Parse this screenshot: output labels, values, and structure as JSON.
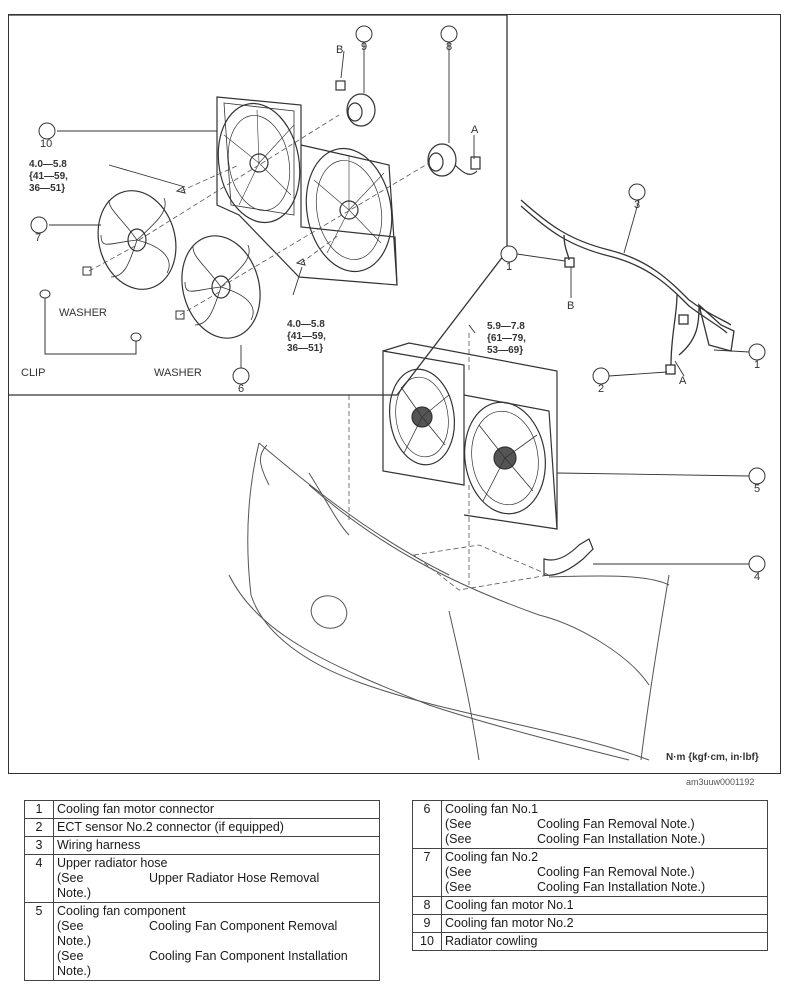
{
  "diagram": {
    "callouts": {
      "c1": "1",
      "c2": "2",
      "c3": "3",
      "c4": "4",
      "c5": "5",
      "c6": "6",
      "c7": "7",
      "c8": "8",
      "c9": "9",
      "c10": "10",
      "a": "A",
      "b": "B"
    },
    "labels": {
      "washer": "WASHER",
      "clip": "CLIP"
    },
    "torque": {
      "t1": [
        "4.0—5.8",
        "{41—59,",
        "36—51}"
      ],
      "t2": [
        "4.0—5.8",
        "{41—59,",
        "36—51}"
      ],
      "t3": [
        "5.9—7.8",
        "{61—79,",
        "53—69}"
      ]
    },
    "units": "N·m {kgf·cm, in·lbf}"
  },
  "reference_code": "am3uuw0001192",
  "table_left": [
    {
      "num": "1",
      "name": "Cooling fan motor connector"
    },
    {
      "num": "2",
      "name": "ECT sensor No.2 connector (if equipped)"
    },
    {
      "num": "3",
      "name": "Wiring harness"
    },
    {
      "num": "4",
      "name": "Upper radiator hose",
      "see": [
        {
          "see": "(See",
          "ref": "Upper Radiator Hose Removal",
          "cont": "Note.)"
        }
      ]
    },
    {
      "num": "5",
      "name": "Cooling fan component",
      "see": [
        {
          "see": "(See",
          "ref": "Cooling Fan Component Removal",
          "cont": "Note.)"
        },
        {
          "see": "(See",
          "ref": "Cooling Fan Component Installation",
          "cont": "Note.)"
        }
      ]
    }
  ],
  "table_right": [
    {
      "num": "6",
      "name": "Cooling fan No.1",
      "see": [
        {
          "see": "(See",
          "ref": "Cooling Fan Removal Note.)"
        },
        {
          "see": "(See",
          "ref": "Cooling Fan Installation Note.)"
        }
      ]
    },
    {
      "num": "7",
      "name": "Cooling fan No.2",
      "see": [
        {
          "see": "(See",
          "ref": "Cooling Fan Removal Note.)"
        },
        {
          "see": "(See",
          "ref": "Cooling Fan Installation Note.)"
        }
      ]
    },
    {
      "num": "8",
      "name": "Cooling fan motor No.1"
    },
    {
      "num": "9",
      "name": "Cooling fan motor No.2"
    },
    {
      "num": "10",
      "name": "Radiator cowling"
    }
  ]
}
